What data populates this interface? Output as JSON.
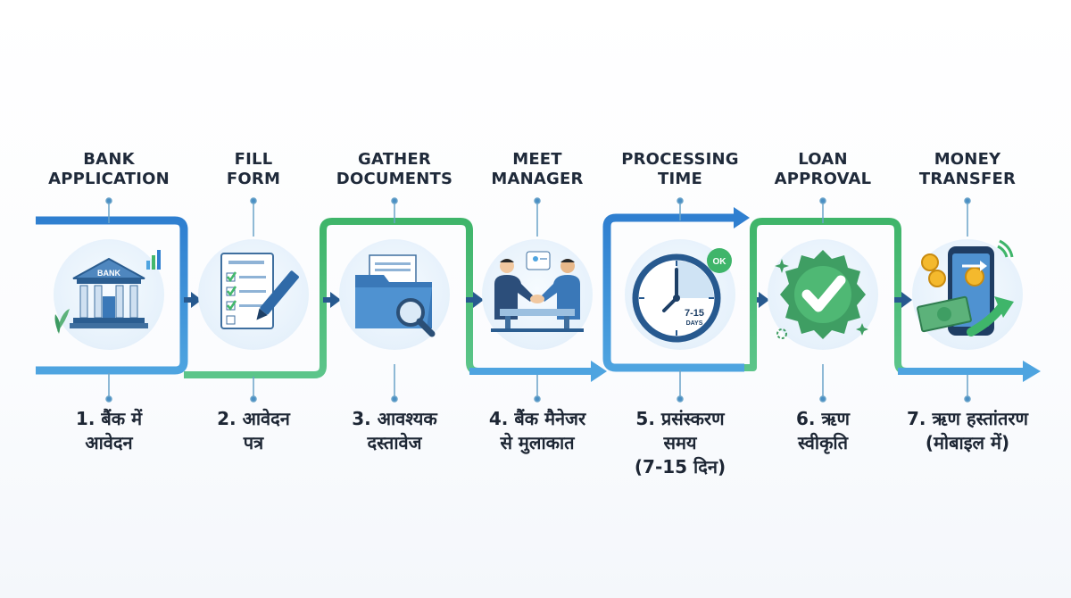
{
  "steps": [
    {
      "number": "1",
      "title_en": [
        "BANK",
        "APPLICATION"
      ],
      "label_hi": [
        "1. बैंक में",
        "आवेदन"
      ],
      "icon": "bank-icon",
      "icon_text": "BANK"
    },
    {
      "number": "2",
      "title_en": [
        "FILL",
        "FORM"
      ],
      "label_hi": [
        "2. आवेदन",
        "पत्र"
      ],
      "icon": "form-pen-icon"
    },
    {
      "number": "3",
      "title_en": [
        "GATHER",
        "DOCUMENTS"
      ],
      "label_hi": [
        "3. आवश्यक",
        "दस्तावेज"
      ],
      "icon": "folder-search-icon"
    },
    {
      "number": "4",
      "title_en": [
        "MEET",
        "MANAGER"
      ],
      "label_hi": [
        "4. बैंक मैनेजर",
        "से मुलाकात"
      ],
      "icon": "handshake-icon"
    },
    {
      "number": "5",
      "title_en": [
        "PROCESSING",
        "TIME"
      ],
      "label_hi": [
        "5. प्रसंस्करण",
        "समय",
        "(7-15 दिन)"
      ],
      "icon": "clock-icon",
      "icon_text": [
        "7-15",
        "DAYS",
        "OK"
      ]
    },
    {
      "number": "6",
      "title_en": [
        "LOAN",
        "APPROVAL"
      ],
      "label_hi": [
        "6. ऋण",
        "स्वीकृति"
      ],
      "icon": "approval-badge-icon"
    },
    {
      "number": "7",
      "title_en": [
        "MONEY",
        "TRANSFER"
      ],
      "label_hi": [
        "7. ऋण हस्तांतरण",
        "(मोबाइल में)"
      ],
      "icon": "mobile-money-icon"
    }
  ],
  "colors": {
    "blue": "#2f7fd0",
    "green": "#43b86b",
    "dark_blue": "#27598f",
    "text": "#1f2a3a"
  }
}
